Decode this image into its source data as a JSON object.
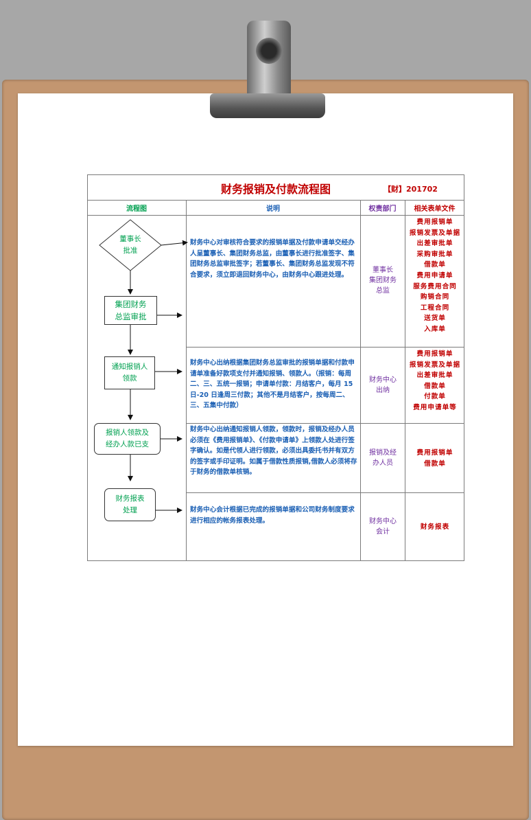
{
  "document": {
    "title": "财务报销及付款流程图",
    "code": "【财】201702",
    "headers": {
      "flow": "流程图",
      "explain": "说明",
      "dept": "权责部门",
      "forms": "相关表单文件"
    }
  },
  "flow": {
    "node1": [
      "董事长",
      "批准"
    ],
    "node2": [
      "集团财务",
      "总监审批"
    ],
    "node3": [
      "通知报销人",
      "领款"
    ],
    "node4": [
      "报销人领款及",
      "经办人款已支"
    ],
    "node5": [
      "财务报表",
      "处理"
    ]
  },
  "rows": [
    {
      "desc": "财务中心对审核符合要求的报销单据及付款申请单交经办人呈董事长、集团财务总监，由董事长进行批准签字、集团财务总监审批签字；若董事长、集团财务总监发现不符合要求，须立即退回财务中心，由财务中心跟进处理。",
      "dept": [
        "董事长",
        "集团财务",
        "总监"
      ],
      "forms": [
        "费用报销单",
        "报销发票及单据",
        "出差审批单",
        "采购审批单",
        "借款单",
        "费用申请单",
        "服务费用合同",
        "购销合同",
        "工程合同",
        "送货单",
        "入库单"
      ]
    },
    {
      "desc": "财务中心出纳根据集团财务总监审批的报销单据和付款申请单准备好款项支付并通知报销、领款人。（报销：每周二、三、五统一报销；申请单付款：月结客户，每月 15 日-20 日逢周三付款；其他不是月结客户，按每周二、三、五集中付款）",
      "dept": [
        "财务中心",
        "出纳"
      ],
      "forms": [
        "费用报销单",
        "报销发票及单据",
        "出差审批单",
        "借款单",
        "付款单",
        "费用申请单等"
      ]
    },
    {
      "desc": "财务中心出纳通知报销人领款，领款时，报销及经办人员必须在《费用报销单》、《付款申请单》上领款人处进行签字确认。如是代领人进行领款，必须出具委托书并有双方的签字或手印证明。如属于借款性质报销,借款人必须将存于财务的借款单核销。",
      "dept": [
        "报销及经",
        "办人员"
      ],
      "forms": [
        "费用报销单",
        "借款单"
      ]
    },
    {
      "desc": "财务中心会计根据已完成的报销单据和公司财务制度要求进行相应的帐务报表处理。",
      "dept": [
        "财务中心",
        "会计"
      ],
      "forms": [
        "财务报表"
      ]
    }
  ],
  "colors": {
    "title": "#c00000",
    "desc": "#1a5fb4",
    "dept": "#7030a0",
    "forms": "#c00000",
    "flow": "#00a050"
  }
}
